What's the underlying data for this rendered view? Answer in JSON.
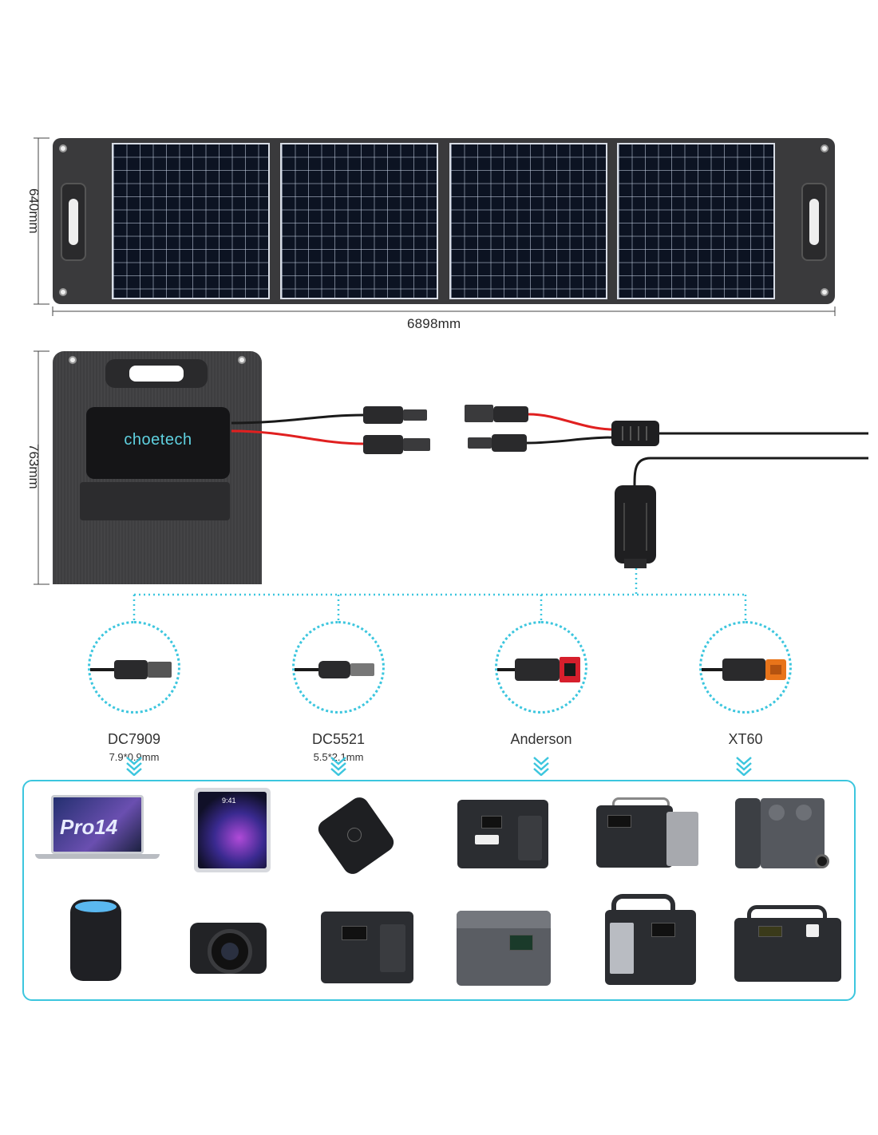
{
  "dimensions": {
    "panel_width": "6898mm",
    "panel_height": "640mm",
    "folded_height": "763mm"
  },
  "brand": {
    "name": "choetech"
  },
  "adapters": [
    {
      "name": "DC7909",
      "size": "7.9*0.9mm",
      "icon": "dc-barrel-plug-icon"
    },
    {
      "name": "DC5521",
      "size": "5.5*2.1mm",
      "icon": "dc-barrel-plug-icon"
    },
    {
      "name": "Anderson",
      "size": "",
      "icon": "anderson-plug-icon"
    },
    {
      "name": "XT60",
      "size": "",
      "icon": "xt60-plug-icon"
    }
  ],
  "devices": {
    "row1": [
      "laptop-icon",
      "tablet-icon",
      "power-bank-icon",
      "power-station-icon",
      "power-station-icon",
      "power-station-icon"
    ],
    "row2": [
      "smart-speaker-icon",
      "camera-icon",
      "power-station-icon",
      "power-station-icon",
      "power-station-icon",
      "power-station-icon"
    ],
    "laptop_screen_text": "Pro14",
    "tablet_time": "9:41"
  },
  "colors": {
    "accent": "#3cc6de",
    "cable_red": "#e02020",
    "cable_black": "#1a1a1a",
    "panel_gray": "#3a3a3c"
  }
}
